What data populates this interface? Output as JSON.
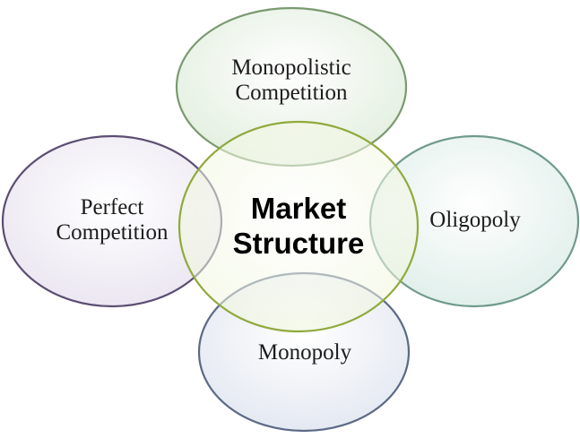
{
  "center": {
    "line1": "Market",
    "line2": "Structure"
  },
  "nodes": {
    "top": {
      "line1": "Monopolistic",
      "line2": "Competition"
    },
    "left": {
      "line1": "Perfect",
      "line2": "Competition"
    },
    "right": {
      "line1": "Oligopoly"
    },
    "bottom": {
      "line1": "Monopoly"
    }
  },
  "colors": {
    "center_fill": "#f3f8e4",
    "center_stroke": "#8faa3c",
    "top_fill": "#e8f3e6",
    "top_stroke": "#7a9a70",
    "left_fill": "#efebf4",
    "left_stroke": "#5c4e72",
    "right_fill": "#e6f1ee",
    "right_stroke": "#6f9a8c",
    "bottom_fill": "#e8ecf3",
    "bottom_stroke": "#5a6a86"
  }
}
